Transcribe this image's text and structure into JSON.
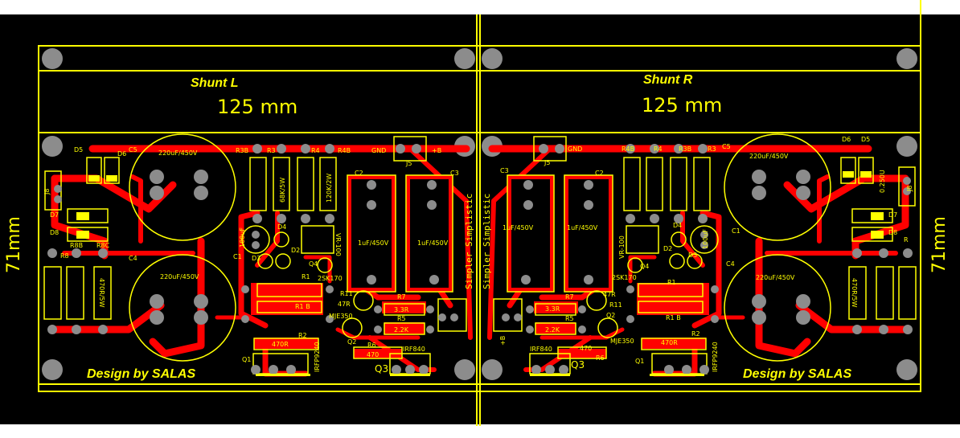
{
  "colors": {
    "background": "#000000",
    "copper": "#ff0000",
    "pad": "#8c8c8c",
    "silkscreen": "#ffff00"
  },
  "boards": {
    "left": {
      "title": "Shunt L",
      "width_label": "125 mm",
      "credit": "Design by SALAS",
      "vertical_text": "Simpler Simplistic",
      "labels": {
        "d5": "D5",
        "d6": "D6",
        "c5": "C5",
        "cap_220_top": "220uF/450V",
        "r3b": "R3B",
        "r3": "R3",
        "r4": "R4",
        "r4b": "R4B",
        "gnd": "GND",
        "plus_b": "+B",
        "j5": "J5",
        "c2": "C2",
        "c3": "C3",
        "r_68k": "68K/5W",
        "r_120k": "120K/2W",
        "cap_1uf_a": "1uF/450V",
        "cap_1uf_b": "1uF/450V",
        "d7": "D7",
        "d8": "D8",
        "r8b": "R8B",
        "r8c": "R8C",
        "r8": "R8",
        "c4": "C4",
        "cap_220_bottom": "220uF/450V",
        "r_470": "470R/5W",
        "c1": "C1",
        "c_100uf": "100uF",
        "d4": "D4",
        "d3": "D3",
        "d2": "D2",
        "q4": "Q4",
        "vr": "VR-100",
        "jfet": "2SK170",
        "r1": "R1",
        "r1b": "R1 B",
        "r11": "R11",
        "r_47r": "47R",
        "r7": "R7",
        "r_3r3": "3.3R",
        "r5": "R5",
        "r_2k2": "2.2K",
        "mje": "MJE350",
        "q2": "Q2",
        "r6": "R6",
        "r_470b": "470",
        "r2": "R2",
        "r_470r": "470R",
        "q1": "Q1",
        "irfp": "IRFP9240",
        "irf840": "IRF840",
        "q3": "Q3",
        "j8": "J8"
      }
    },
    "right": {
      "title": "Shunt R",
      "width_label": "125 mm",
      "credit": "Design by SALAS",
      "vertical_text": "Simpler Simplistic",
      "labels": {
        "d5": "D5",
        "d6": "D6",
        "c5": "C5",
        "cap_220_top": "220uF/450V",
        "r3b": "R3B",
        "r3": "R3",
        "r4": "R4",
        "r4b": "R4B",
        "gnd": "GND",
        "plus_b": "+B",
        "j5": "J5",
        "c2": "C2",
        "c3": "C3",
        "cap_1uf_a": "1uF/450V",
        "cap_1uf_b": "1uF/450V",
        "d7": "D7",
        "d8": "D8",
        "r": "R",
        "c4": "C4",
        "cap_220_bottom": "220uF/450V",
        "r_470": "470R/5W",
        "c1": "C1",
        "c_100uf": "100uF",
        "d4": "D4",
        "d3": "D3",
        "d2": "D2",
        "q4": "Q4",
        "vr": "VR-100",
        "jfet": "2SK170",
        "r1": "R1",
        "r1b": "R1 B",
        "r11": "R11",
        "r_47r": "47R",
        "r7": "R7",
        "r_3r3": "3.3R",
        "r5": "R5",
        "r_2k2": "2.2K",
        "mje": "MJE350",
        "q2": "Q2",
        "r6": "R6",
        "r_470b": "470",
        "r2": "R2",
        "r_470r": "470R",
        "q1": "Q1",
        "irfp": "IRFP9240",
        "irf840": "IRF840",
        "q3": "Q3",
        "j8": "J8",
        "c_250u": "0.250U"
      }
    }
  },
  "dimension_height": "71mm"
}
